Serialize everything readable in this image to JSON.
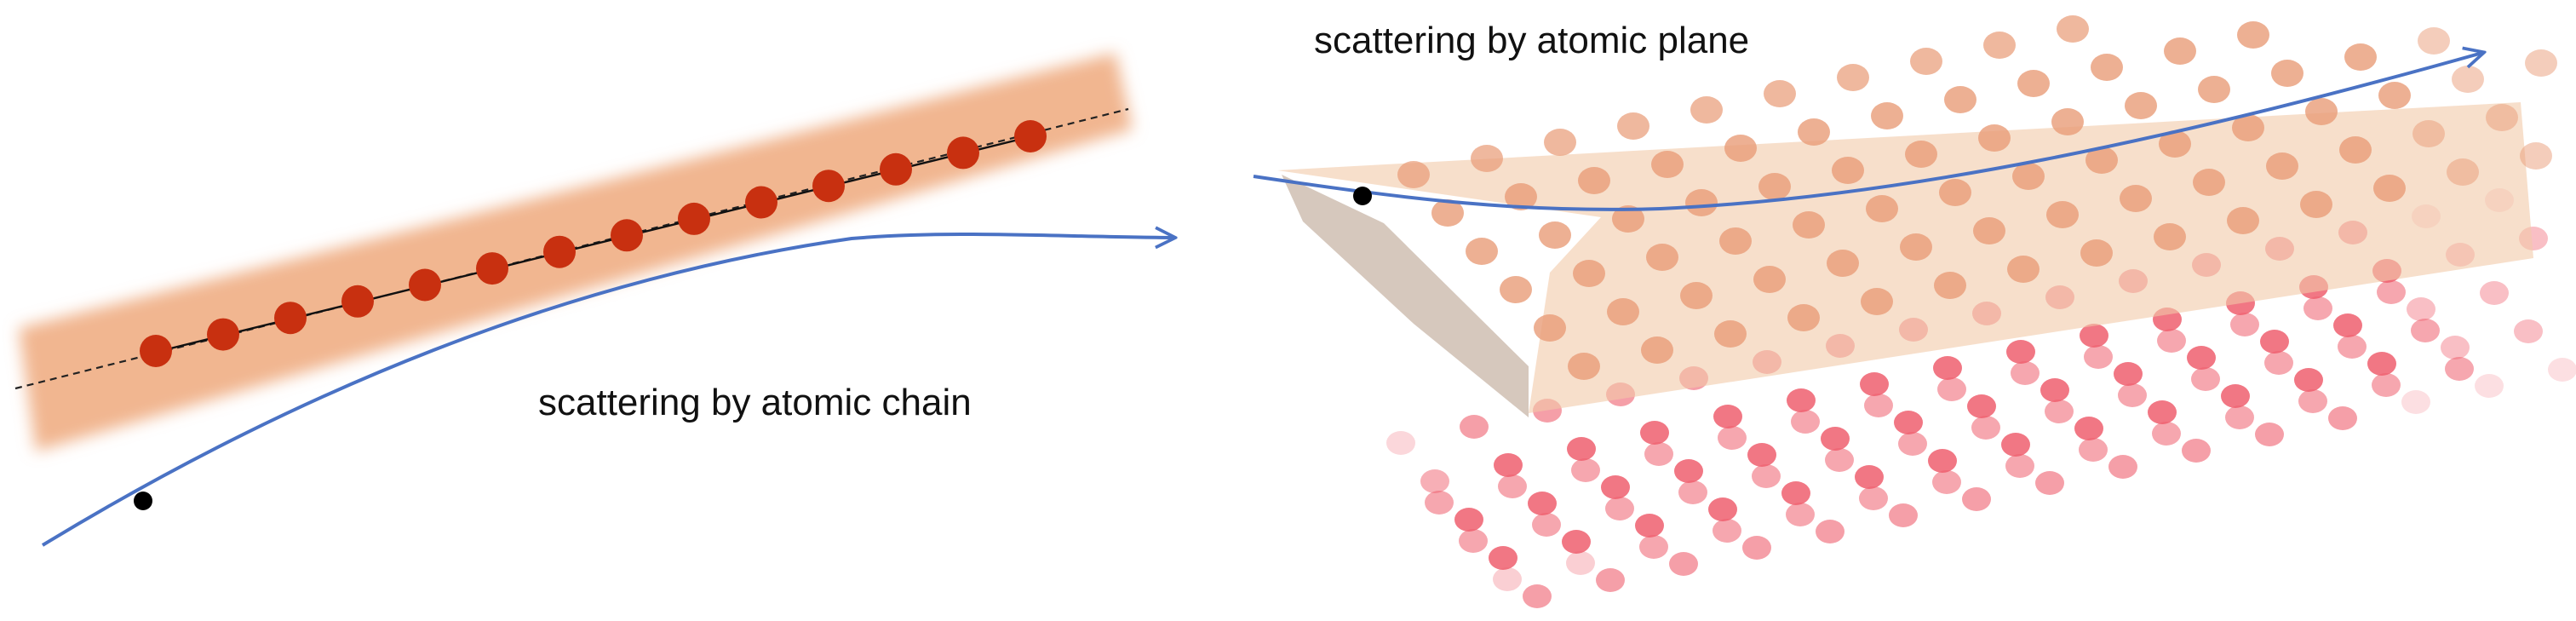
{
  "panels": {
    "chain": {
      "caption": "scattering by atomic chain",
      "atom_count": 14
    },
    "plane": {
      "caption": "scattering by atomic plane"
    }
  },
  "colors": {
    "trajectory": "#4a72c4",
    "chain_atom": "#c83010",
    "chain_glow": "#eea97c",
    "plane_sheet": "#f1c9a8",
    "plane_atom_top": "#e99c78",
    "plane_atom_bottom": "#ef5f6e",
    "particle": "#000000"
  }
}
